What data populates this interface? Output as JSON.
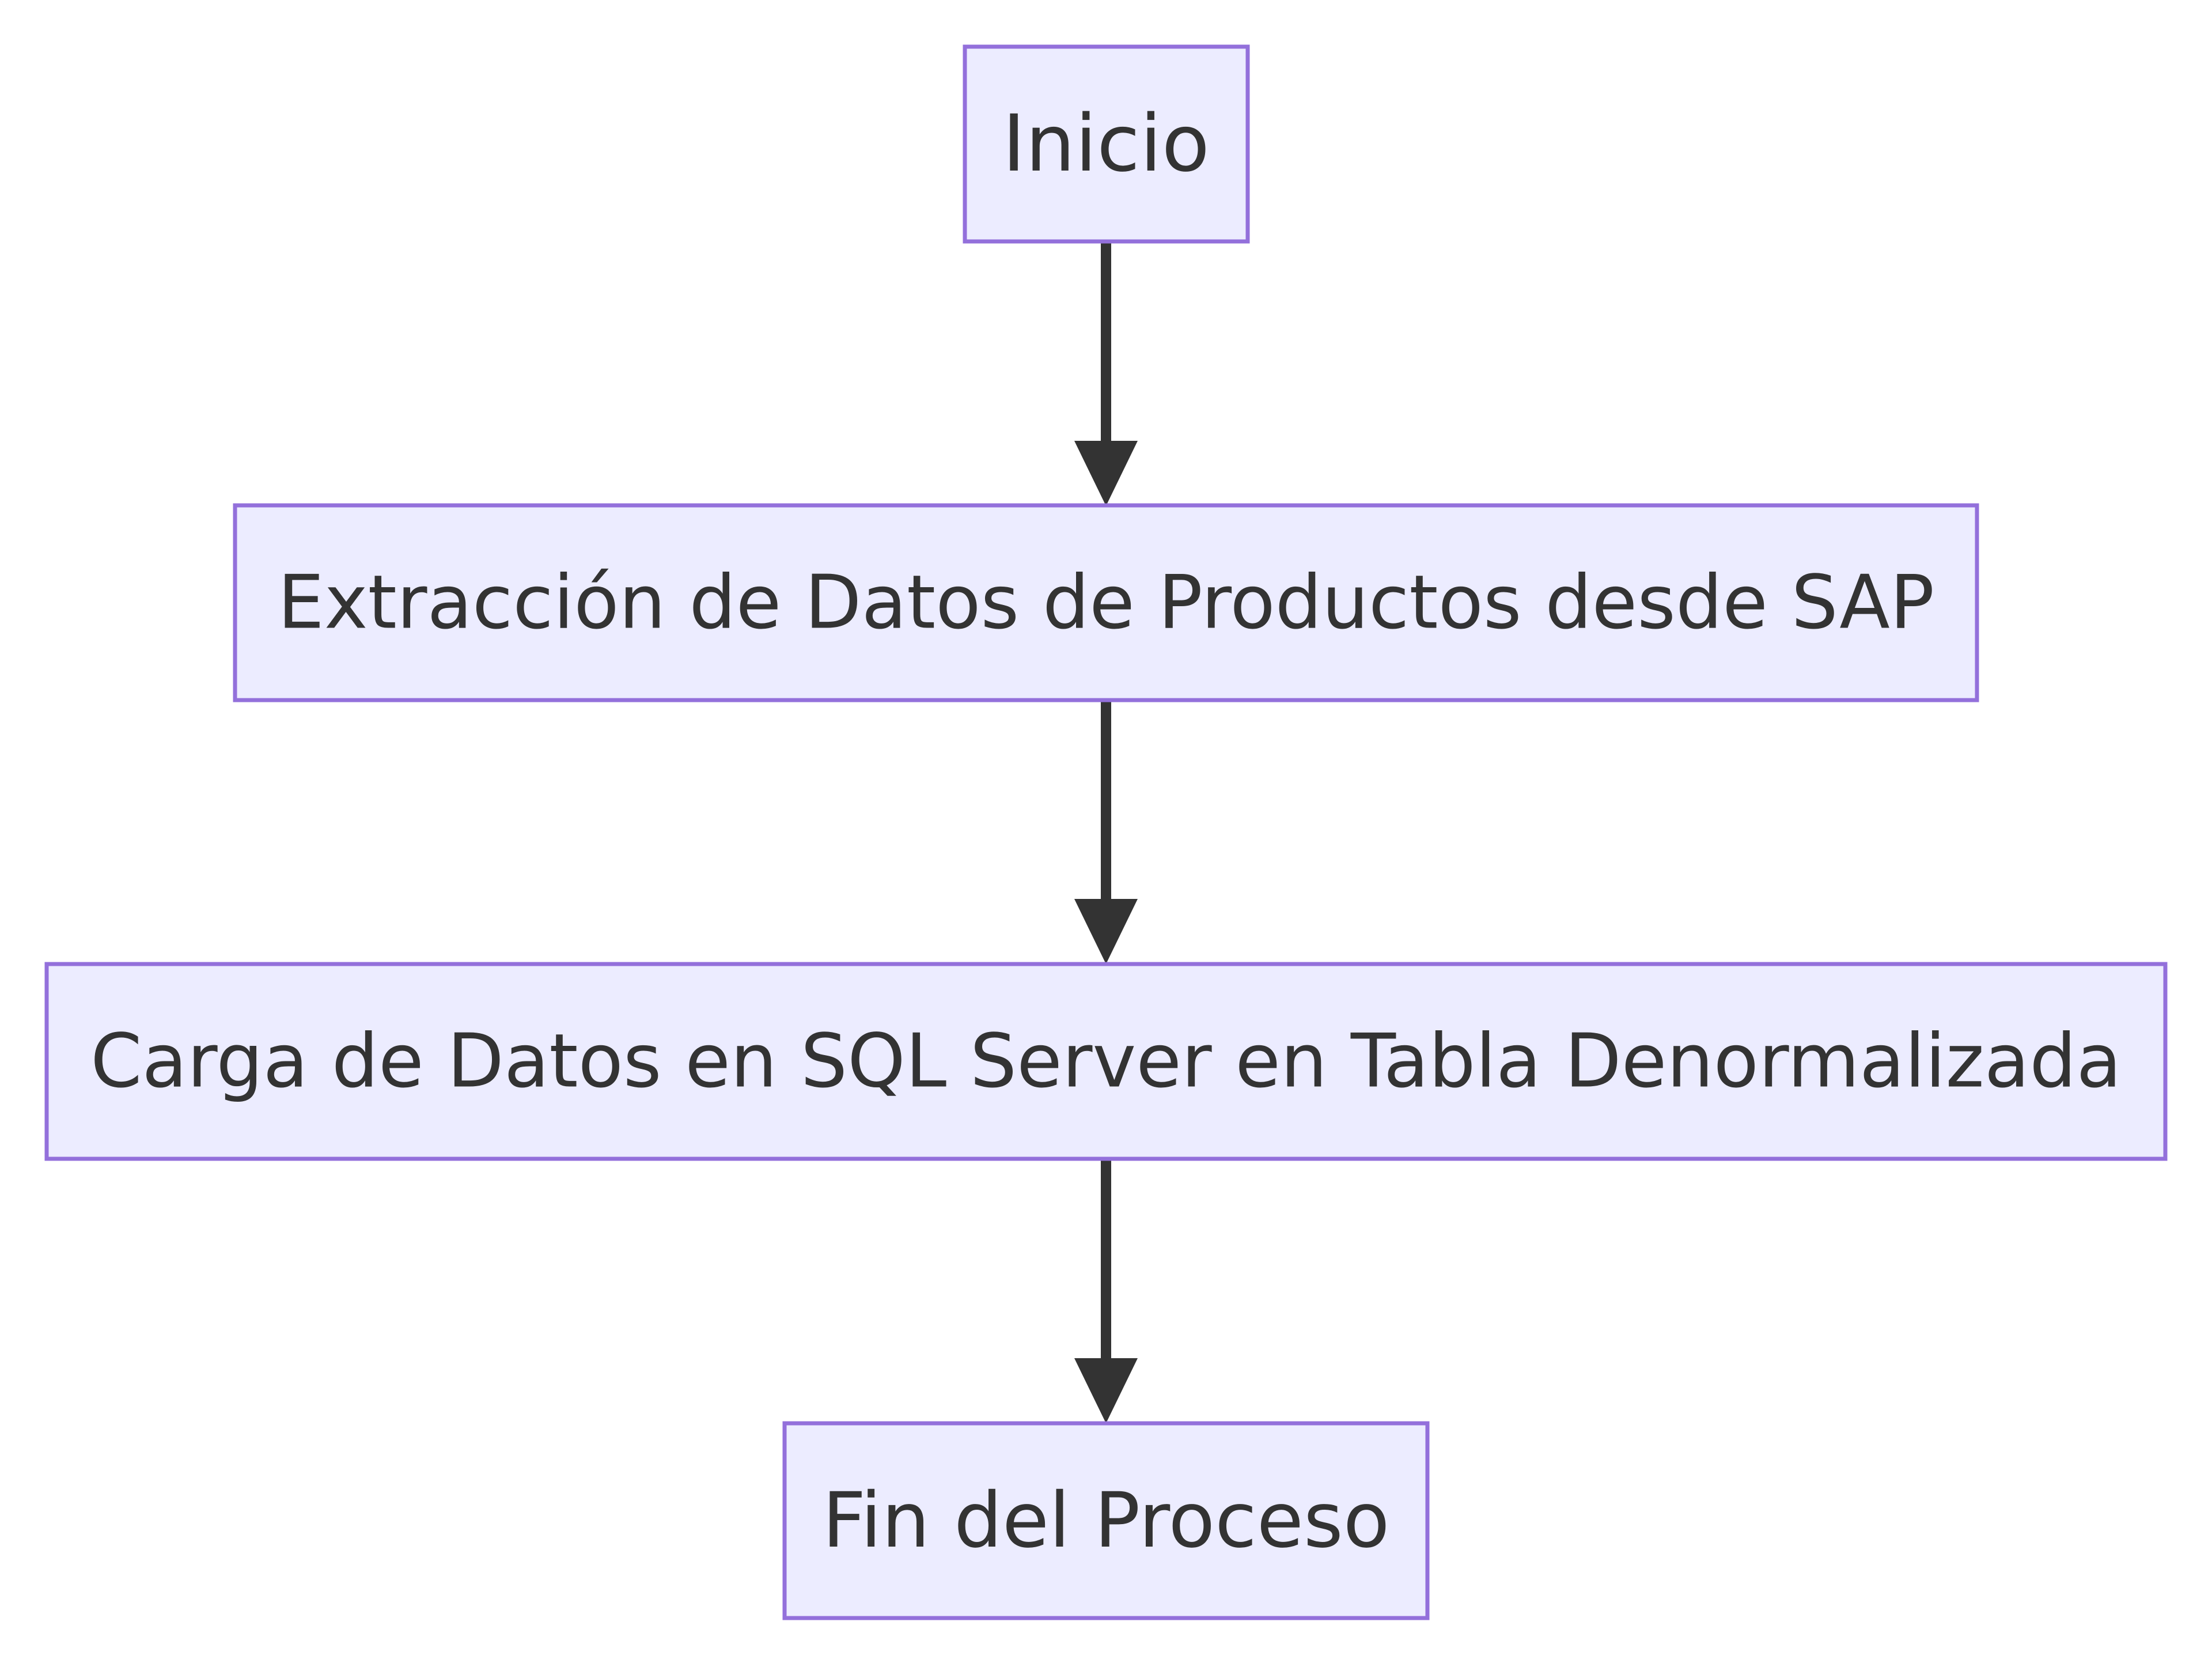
{
  "diagram": {
    "type": "flowchart",
    "direction": "top-to-bottom",
    "colors": {
      "background": "#ffffff",
      "node_fill": "#ececff",
      "node_border": "#9370db",
      "text": "#333333",
      "edge": "#333333"
    },
    "nodes": [
      {
        "id": "inicio",
        "label": "Inicio"
      },
      {
        "id": "extraccion",
        "label": "Extracción de Datos de Productos desde SAP"
      },
      {
        "id": "carga",
        "label": "Carga de Datos en SQL Server en Tabla Denormalizada"
      },
      {
        "id": "fin",
        "label": "Fin del Proceso"
      }
    ],
    "edges": [
      {
        "from": "inicio",
        "to": "extraccion"
      },
      {
        "from": "extraccion",
        "to": "carga"
      },
      {
        "from": "carga",
        "to": "fin"
      }
    ]
  }
}
